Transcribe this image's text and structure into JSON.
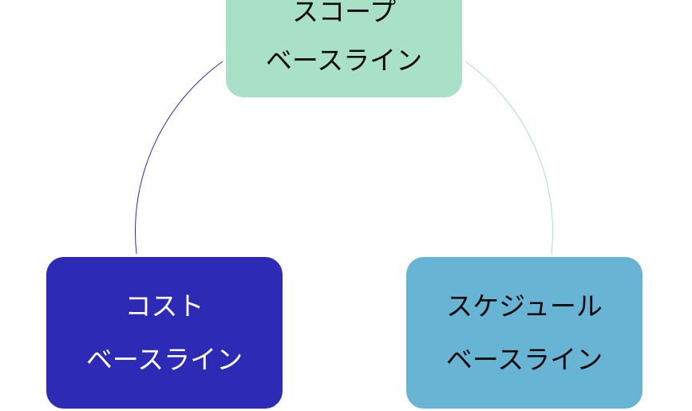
{
  "diagram": {
    "nodes": [
      {
        "id": "scope",
        "lines": [
          "スコープ",
          "ベースライン"
        ],
        "color": "#a8e0c8",
        "text_color": "#0a0a0a"
      },
      {
        "id": "cost",
        "lines": [
          "コスト",
          "ベースライン"
        ],
        "color": "#2d2ab6",
        "text_color": "#ffffff"
      },
      {
        "id": "schedule",
        "lines": [
          "スケジュール",
          "ベースライン"
        ],
        "color": "#68b4d4",
        "text_color": "#0a0a0a"
      }
    ],
    "connectors": [
      {
        "from": "scope",
        "to": "cost",
        "color": "#2d2ab6"
      },
      {
        "from": "scope",
        "to": "schedule",
        "color": "#a8e0c8"
      }
    ],
    "background": "#ffffff"
  }
}
